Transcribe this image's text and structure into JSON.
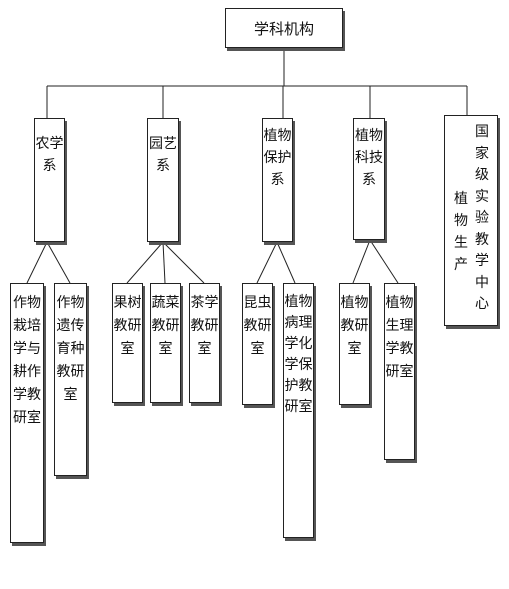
{
  "root": {
    "label": "学科机构"
  },
  "departments": [
    {
      "label": "农学系",
      "labs": [
        {
          "label": "作物栽培学与耕作学教研室"
        },
        {
          "label": "作物遗传育种教研室"
        }
      ]
    },
    {
      "label": "园艺系",
      "labs": [
        {
          "label": "果树教研室"
        },
        {
          "label": "蔬菜教研室"
        },
        {
          "label": "茶学教研室"
        }
      ]
    },
    {
      "label": "植物保护系",
      "labs": [
        {
          "label": "昆虫教研室"
        },
        {
          "label": "植物病理学化学保护教研室"
        }
      ]
    },
    {
      "label": "植物科技系",
      "labs": [
        {
          "label": "植物教研室"
        },
        {
          "label": "植物生理学教研室"
        }
      ]
    },
    {
      "label": "国家级实验教学中心",
      "sub": "植物生产",
      "labs": []
    }
  ]
}
